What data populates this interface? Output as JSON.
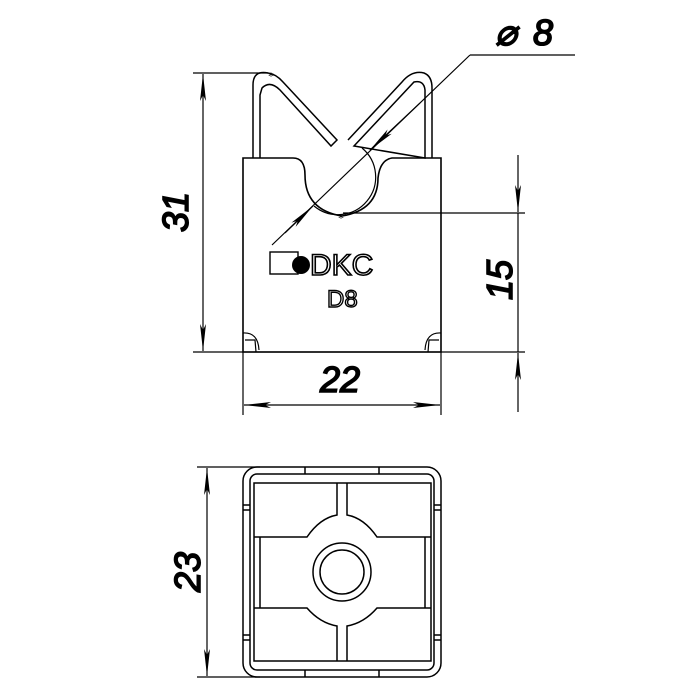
{
  "drawing": {
    "dimensions": {
      "height_total": "31",
      "width": "22",
      "height_to_seat": "15",
      "diameter": "8",
      "diameter_symbol": "⌀",
      "depth": "23"
    },
    "brand": "DKC",
    "model_marking": "D8",
    "line_color": "#000000",
    "background": "#ffffff"
  }
}
